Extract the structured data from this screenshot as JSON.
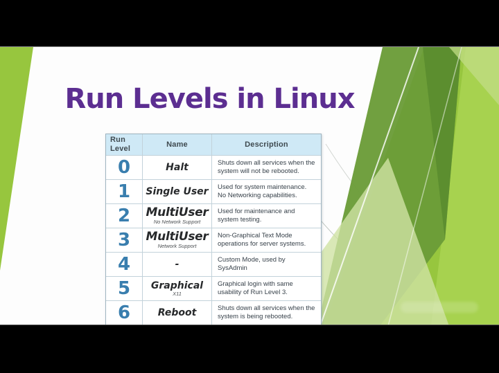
{
  "slide": {
    "title": "Run Levels in Linux"
  },
  "table": {
    "headers": {
      "level": "Run Level",
      "name": "Name",
      "description": "Description"
    },
    "rows": [
      {
        "level": "0",
        "name": "Halt",
        "subname": "",
        "description": "Shuts down all services when the system will not be rebooted."
      },
      {
        "level": "1",
        "name": "Single User",
        "subname": "",
        "description": "Used for system maintenance. No Networking capabilities."
      },
      {
        "level": "2",
        "name": "MultiUser",
        "subname": "No Network Support",
        "description": "Used for maintenance and system testing."
      },
      {
        "level": "3",
        "name": "MultiUser",
        "subname": "Network Support",
        "description": "Non-Graphical Text Mode operations for server systems."
      },
      {
        "level": "4",
        "name": "-",
        "subname": "",
        "description": "Custom Mode, used by SysAdmin"
      },
      {
        "level": "5",
        "name": "Graphical",
        "subname": "X11",
        "description": "Graphical login with same usability of Run Level 3."
      },
      {
        "level": "6",
        "name": "Reboot",
        "subname": "",
        "description": "Shuts down all services when the system is being rebooted."
      }
    ]
  },
  "colors": {
    "title": "#5c2e91",
    "level_number": "#397eae",
    "header_bg": "#cfe9f6",
    "lime": "#97c63e",
    "medium_green": "#6b9c38",
    "dark_green": "#55882c",
    "pale_green": "#cfe2a4"
  }
}
